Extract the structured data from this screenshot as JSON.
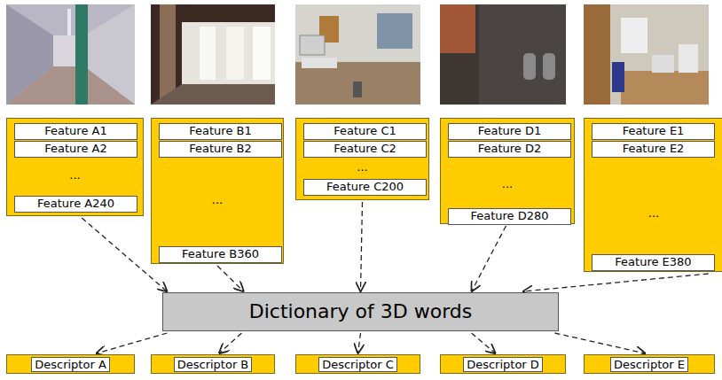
{
  "diagram": {
    "nodes": [
      {
        "text": [
          "..."
        ]
      },
      {
        "text": [
          "Feature A1"
        ],
        "in": 0
      },
      {
        "text": [
          "Feature A2"
        ],
        "in": 0
      },
      {
        "text": [
          "Feature A240"
        ],
        "in": 0
      },
      {
        "text": [
          "..."
        ]
      },
      {
        "text": [
          "Feature B1"
        ],
        "in": 4
      },
      {
        "text": [
          "Feature B2"
        ],
        "in": 4
      },
      {
        "text": [
          "Feature B360"
        ],
        "in": 4
      },
      {
        "text": [
          "..."
        ]
      },
      {
        "text": [
          "Feature C1"
        ],
        "in": 8
      },
      {
        "text": [
          "Feature C2"
        ],
        "in": 8
      },
      {
        "text": [
          "Feature C200"
        ],
        "in": 8
      },
      {
        "text": [
          "..."
        ]
      },
      {
        "text": [
          "Feature D1"
        ],
        "in": 12
      },
      {
        "text": [
          "Feature D2"
        ],
        "in": 12
      },
      {
        "text": [
          "Feature D280"
        ],
        "in": 12
      },
      {
        "text": [
          "..."
        ]
      },
      {
        "text": [
          "Feature E1"
        ],
        "in": 16
      },
      {
        "text": [
          "Feature E2"
        ],
        "in": 16
      },
      {
        "text": [
          "Feature E380"
        ],
        "in": 16
      },
      {
        "text": [
          "Dictionary of 3D words"
        ]
      },
      {
        "text": [
          "Descriptor A"
        ]
      },
      {
        "text": [
          "Descriptor B"
        ]
      },
      {
        "text": [
          "Descriptor C"
        ]
      },
      {
        "text": [
          "Descriptor D"
        ]
      },
      {
        "text": [
          "Descriptor E"
        ]
      }
    ],
    "edges": [
      {
        "from": 0,
        "to": 20,
        "arrow": "to"
      },
      {
        "from": 4,
        "to": 20,
        "arrow": "to"
      },
      {
        "from": 8,
        "to": 20,
        "arrow": "to"
      },
      {
        "from": 12,
        "to": 20,
        "arrow": "to"
      },
      {
        "from": 16,
        "to": 20,
        "arrow": "to"
      },
      {
        "from": 20,
        "to": 21,
        "arrow": "to"
      },
      {
        "from": 20,
        "to": 22,
        "arrow": "to"
      },
      {
        "from": 20,
        "to": 23,
        "arrow": "to"
      },
      {
        "from": 20,
        "to": 24,
        "arrow": "to"
      },
      {
        "from": 20,
        "to": 25,
        "arrow": "to"
      }
    ]
  }
}
